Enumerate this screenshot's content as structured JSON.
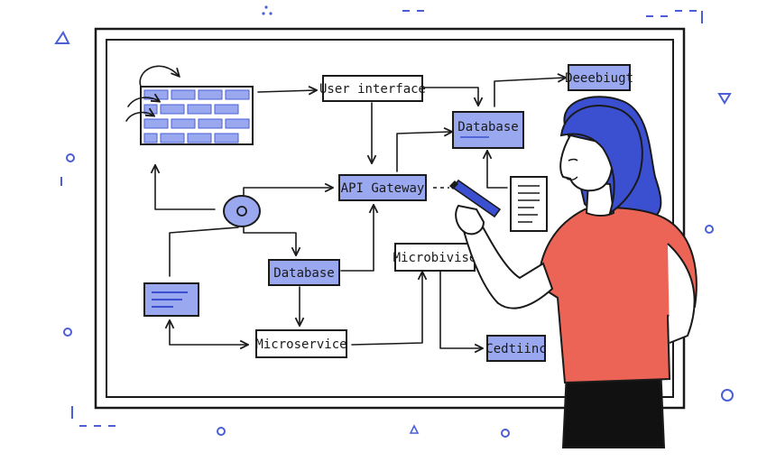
{
  "colors": {
    "ink": "#1a1a1a",
    "accent_blue": "#4a5fd6",
    "node_fill_blue": "#9aa8f0",
    "shirt_red": "#ec6455",
    "skin": "#ffffff",
    "hair": "#3b4fd1",
    "pants": "#111111"
  },
  "diagram": {
    "nodes": {
      "user_interface": "User interface",
      "api_gateway": "API Gateway",
      "database_top": "Database",
      "database_mid": "Database",
      "microservice_bottom": "Microservice",
      "microservice_right": "Microbivise",
      "debug_box": "Deeebiugt",
      "coding_box": "Cedtiinc"
    },
    "icons": [
      "firewall-icon",
      "server-node-icon",
      "document-icon",
      "monitor-icon"
    ]
  },
  "figure": {
    "description_icons": [
      "marker-icon"
    ]
  }
}
